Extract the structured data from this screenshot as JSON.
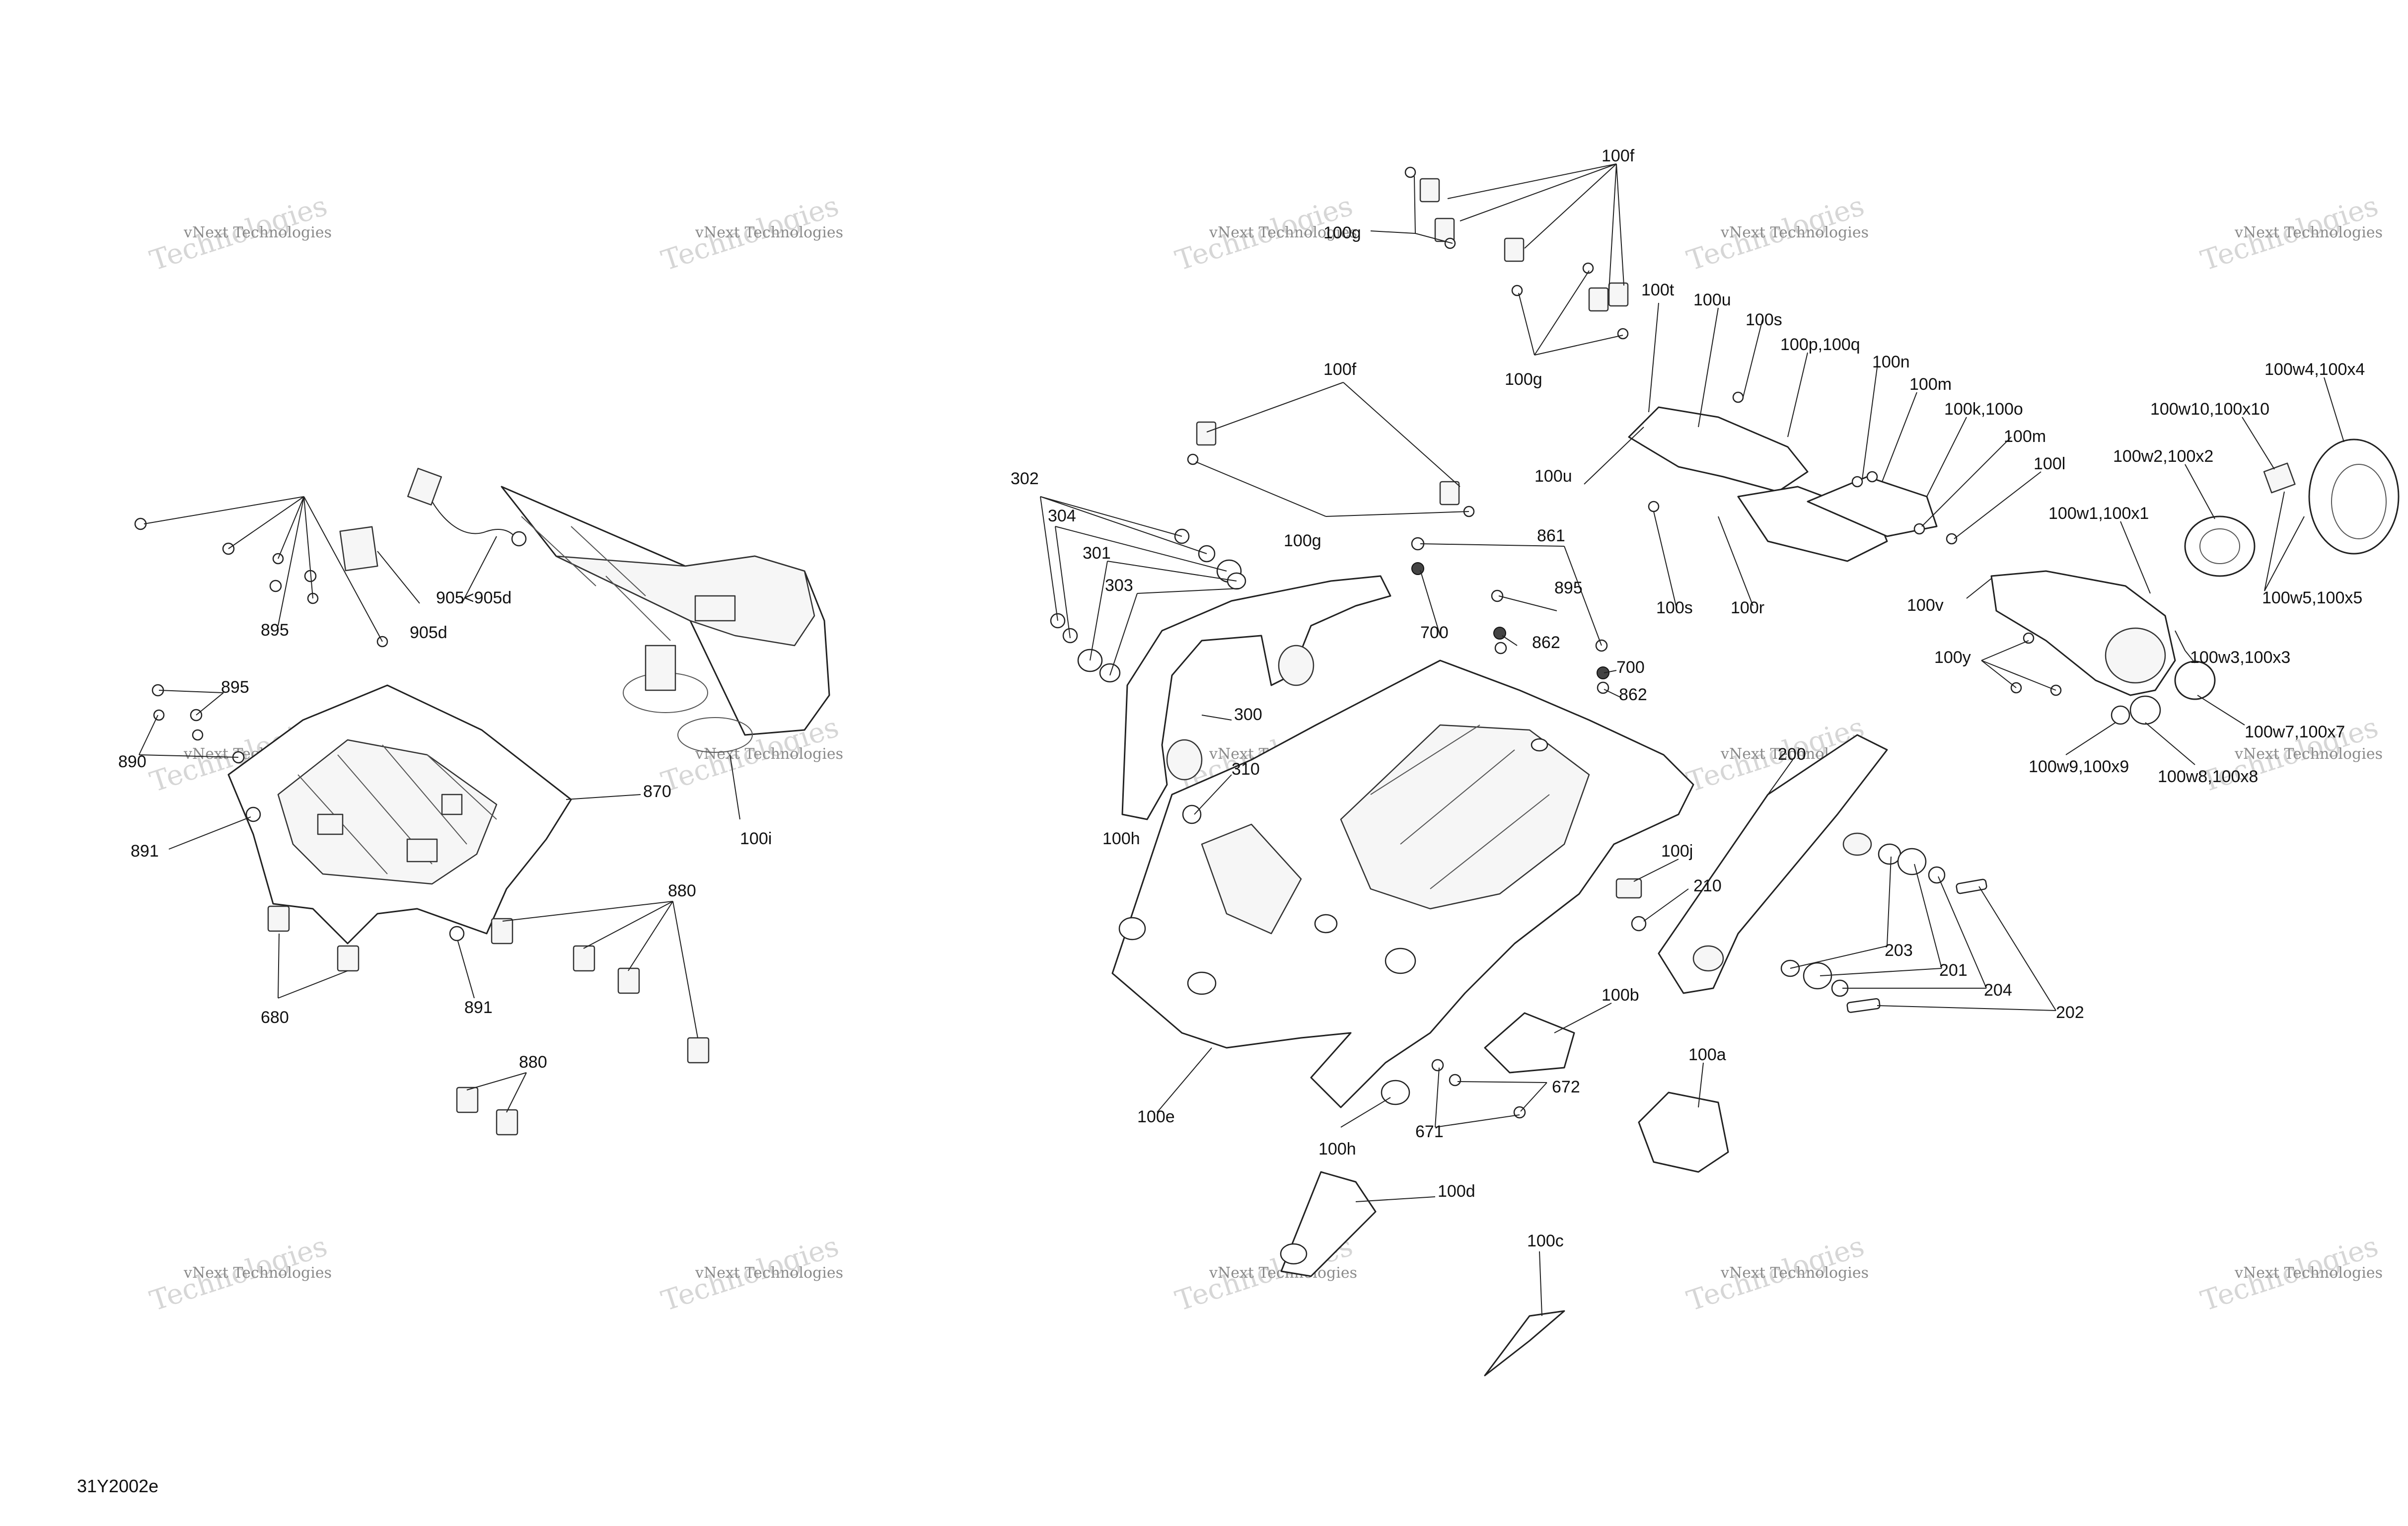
{
  "drawing": {
    "code": "31Y2002e",
    "watermark_line1": "vNext Technologies",
    "watermark_line2": "Technologies",
    "callouts": [
      {
        "text": "100f"
      },
      {
        "text": "100g"
      },
      {
        "text": "100g"
      },
      {
        "text": "100t"
      },
      {
        "text": "100u"
      },
      {
        "text": "100s"
      },
      {
        "text": "100p,100q"
      },
      {
        "text": "100n"
      },
      {
        "text": "100m"
      },
      {
        "text": "100k,100o"
      },
      {
        "text": "100m"
      },
      {
        "text": "100l"
      },
      {
        "text": "100u"
      },
      {
        "text": "100s"
      },
      {
        "text": "100r"
      },
      {
        "text": "100f"
      },
      {
        "text": "100g"
      },
      {
        "text": "302"
      },
      {
        "text": "304"
      },
      {
        "text": "301"
      },
      {
        "text": "303"
      },
      {
        "text": "861"
      },
      {
        "text": "895"
      },
      {
        "text": "700"
      },
      {
        "text": "862"
      },
      {
        "text": "700"
      },
      {
        "text": "862"
      },
      {
        "text": "300"
      },
      {
        "text": "310"
      },
      {
        "text": "100h"
      },
      {
        "text": "200"
      },
      {
        "text": "100j"
      },
      {
        "text": "210"
      },
      {
        "text": "203"
      },
      {
        "text": "201"
      },
      {
        "text": "204"
      },
      {
        "text": "202"
      },
      {
        "text": "100b"
      },
      {
        "text": "100a"
      },
      {
        "text": "672"
      },
      {
        "text": "671"
      },
      {
        "text": "100h"
      },
      {
        "text": "100e"
      },
      {
        "text": "100d"
      },
      {
        "text": "100c"
      },
      {
        "text": "100w4,100x4"
      },
      {
        "text": "100w10,100x10"
      },
      {
        "text": "100w2,100x2"
      },
      {
        "text": "100w1,100x1"
      },
      {
        "text": "100w5,100x5"
      },
      {
        "text": "100v"
      },
      {
        "text": "100y"
      },
      {
        "text": "100w3,100x3"
      },
      {
        "text": "100w7,100x7"
      },
      {
        "text": "100w9,100x9"
      },
      {
        "text": "100w8,100x8"
      },
      {
        "text": "895"
      },
      {
        "text": "905<905d"
      },
      {
        "text": "905d"
      },
      {
        "text": "895"
      },
      {
        "text": "890"
      },
      {
        "text": "891"
      },
      {
        "text": "870"
      },
      {
        "text": "100i"
      },
      {
        "text": "880"
      },
      {
        "text": "680"
      },
      {
        "text": "891"
      },
      {
        "text": "880"
      }
    ]
  }
}
